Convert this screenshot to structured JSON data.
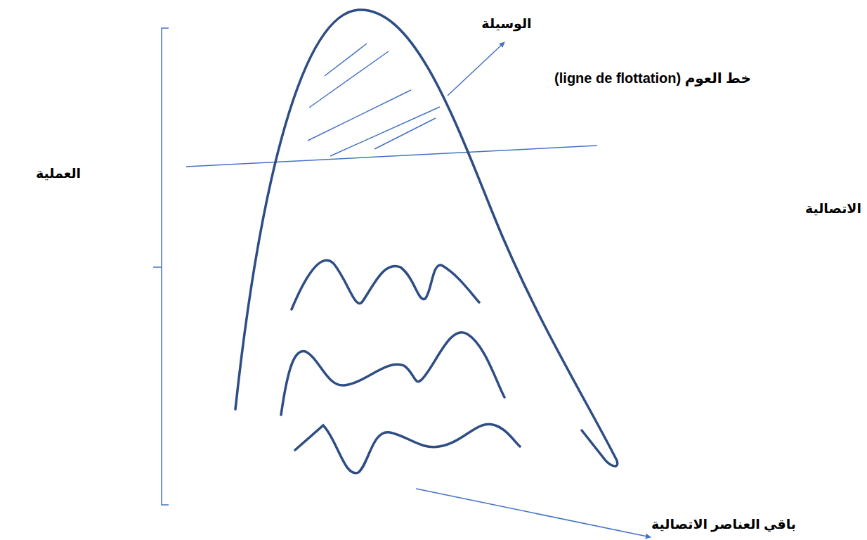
{
  "diagram": {
    "labels": [
      "الوسيلة",
      "خط العوم (ligne de flottation)",
      "العملية",
      "الاتصالية",
      "باقي العناصر الاتصالية"
    ]
  }
}
